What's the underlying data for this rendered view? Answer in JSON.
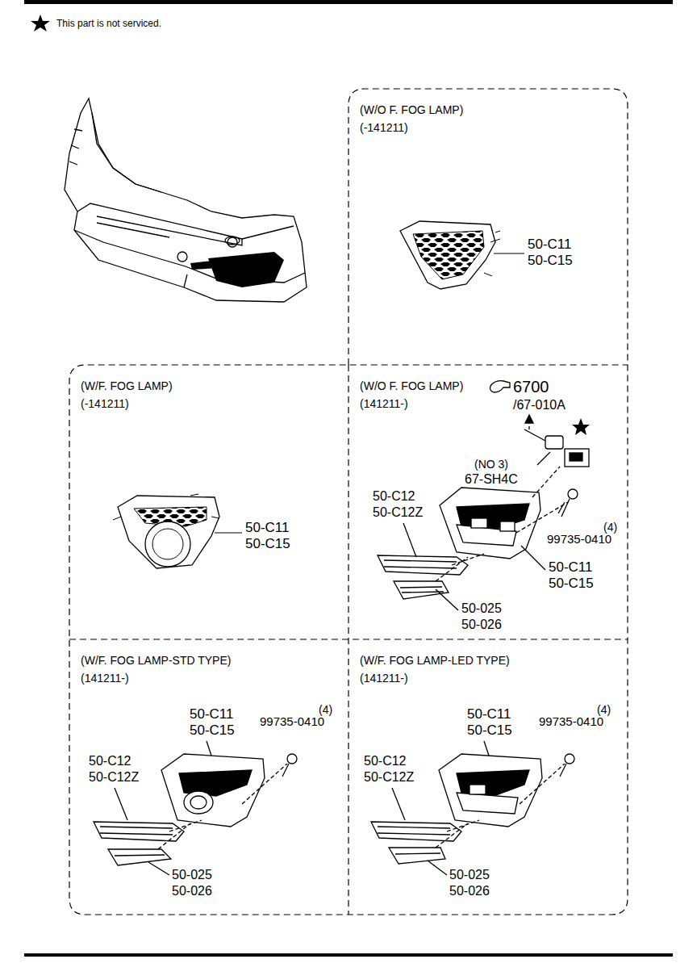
{
  "diagram": {
    "nodes": [
      {
        "text": [
          "(W/O F. FOG LAMP)",
          "(-141211)"
        ]
      },
      {
        "text": [
          "(W/F. FOG LAMP)",
          "(-141211)"
        ]
      },
      {
        "text": [
          "(W/O F. FOG LAMP)",
          "(141211-)"
        ]
      },
      {
        "text": [
          "(W/F. FOG LAMP-STD TYPE)",
          "(141211-)"
        ]
      },
      {
        "text": [
          "(W/F. FOG LAMP-LED TYPE)",
          "(141211-)"
        ]
      }
    ],
    "labels": [
      "This part is not serviced.",
      "50-C11",
      "50-C15",
      "50-C11",
      "50-C15",
      "6700",
      "/67-010A",
      "(NO 3)",
      "67-SH4C",
      "50-C12",
      "50-C12Z",
      "(4)",
      "99735-0410",
      "50-C11",
      "50-C15",
      "50-025",
      "50-026",
      "50-C11",
      "50-C15",
      "(4)",
      "99735-0410",
      "50-C12",
      "50-C12Z",
      "50-025",
      "50-026",
      "50-C11",
      "50-C15",
      "(4)",
      "99735-0410",
      "50-C12",
      "50-C12Z",
      "50-025",
      "50-026"
    ]
  }
}
